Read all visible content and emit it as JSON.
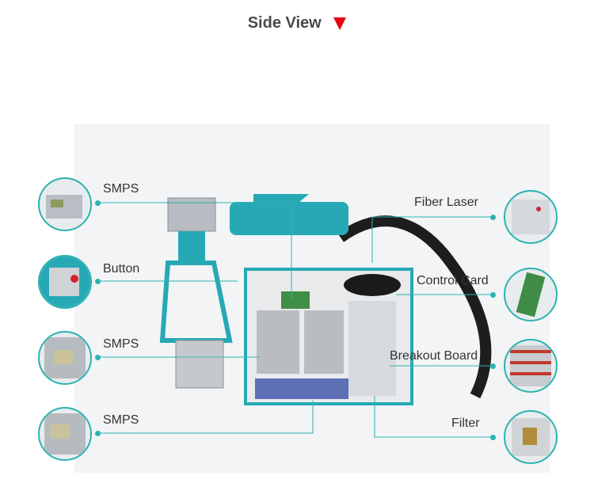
{
  "header": {
    "title": "Side View"
  },
  "callouts": {
    "left": [
      {
        "label": "SMPS"
      },
      {
        "label": "Button"
      },
      {
        "label": "SMPS"
      },
      {
        "label": "SMPS"
      }
    ],
    "right": [
      {
        "label": "Fiber Laser"
      },
      {
        "label": "Control Card"
      },
      {
        "label": "Breakout Board"
      },
      {
        "label": "Filter"
      }
    ]
  },
  "colors": {
    "accent": "#2bb3b1",
    "arrow": "#e60012",
    "machine_frame": "#2bb3b1"
  }
}
